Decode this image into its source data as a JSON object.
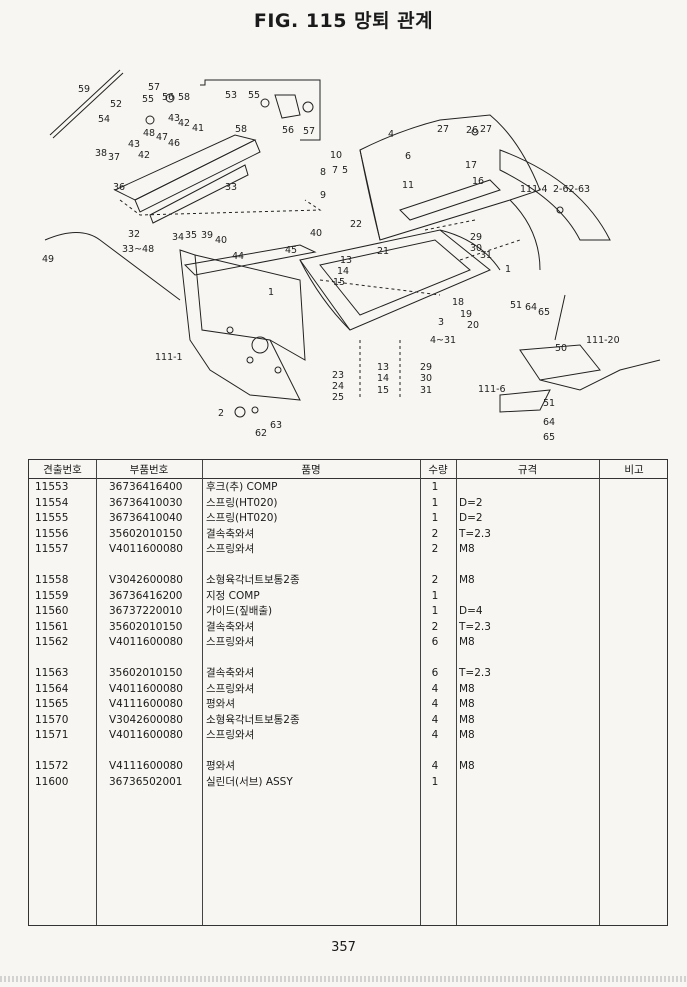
{
  "title": "FIG. 115 망퇴 관계",
  "diagram_labels": [
    "59",
    "57",
    "55",
    "56",
    "58",
    "52",
    "54",
    "53",
    "55",
    "58",
    "56",
    "57",
    "48",
    "47",
    "43",
    "42",
    "41",
    "46",
    "42",
    "43",
    "38",
    "37",
    "36",
    "33",
    "32",
    "33~48",
    "49",
    "34",
    "35",
    "39",
    "40",
    "45",
    "44",
    "40",
    "4",
    "27",
    "26",
    "27",
    "6",
    "10",
    "8",
    "7",
    "5",
    "9",
    "11",
    "17",
    "16",
    "111-4",
    "2-62-63",
    "22",
    "21",
    "29",
    "30",
    "31",
    "1",
    "13",
    "14",
    "15",
    "1",
    "18",
    "19",
    "20",
    "51",
    "64",
    "65",
    "3",
    "4~31",
    "111-20",
    "50",
    "111-1",
    "23",
    "24",
    "25",
    "13",
    "14",
    "15",
    "29",
    "30",
    "31",
    "111-6",
    "51",
    "64",
    "65",
    "2",
    "62",
    "63"
  ],
  "table": {
    "headers": {
      "no": "견출번호",
      "part_number": "부품번호",
      "name": "품명",
      "qty": "수량",
      "spec": "규격",
      "remark": "비고"
    },
    "rows": [
      {
        "no": "11553",
        "part_number": "36736416400",
        "name": "후크(추) COMP",
        "qty": "1",
        "spec": ""
      },
      {
        "no": "11554",
        "part_number": "36736410030",
        "name": "스프링(HT020)",
        "qty": "1",
        "spec": "D=2"
      },
      {
        "no": "11555",
        "part_number": "36736410040",
        "name": "스프링(HT020)",
        "qty": "1",
        "spec": "D=2"
      },
      {
        "no": "11556",
        "part_number": "35602010150",
        "name": "결속축와셔",
        "qty": "2",
        "spec": "T=2.3"
      },
      {
        "no": "11557",
        "part_number": "V4011600080",
        "name": "스프링와셔",
        "qty": "2",
        "spec": "M8"
      },
      {
        "no": "11558",
        "part_number": "V3042600080",
        "name": "소형육각너트보통2종",
        "qty": "2",
        "spec": "M8"
      },
      {
        "no": "11559",
        "part_number": "36736416200",
        "name": "지정 COMP",
        "qty": "1",
        "spec": ""
      },
      {
        "no": "11560",
        "part_number": "36737220010",
        "name": "가이드(짚배출)",
        "qty": "1",
        "spec": "D=4"
      },
      {
        "no": "11561",
        "part_number": "35602010150",
        "name": "결속축와셔",
        "qty": "2",
        "spec": "T=2.3"
      },
      {
        "no": "11562",
        "part_number": "V4011600080",
        "name": "스프링와셔",
        "qty": "6",
        "spec": "M8"
      },
      {
        "no": "11563",
        "part_number": "35602010150",
        "name": "결속축와셔",
        "qty": "6",
        "spec": "T=2.3"
      },
      {
        "no": "11564",
        "part_number": "V4011600080",
        "name": "스프링와셔",
        "qty": "4",
        "spec": "M8"
      },
      {
        "no": "11565",
        "part_number": "V4111600080",
        "name": "평와셔",
        "qty": "4",
        "spec": "M8"
      },
      {
        "no": "11570",
        "part_number": "V3042600080",
        "name": "소형육각너트보통2종",
        "qty": "4",
        "spec": "M8"
      },
      {
        "no": "11571",
        "part_number": "V4011600080",
        "name": "스프링와셔",
        "qty": "4",
        "spec": "M8"
      },
      {
        "no": "11572",
        "part_number": "V4111600080",
        "name": "평와셔",
        "qty": "4",
        "spec": "M8"
      },
      {
        "no": "11600",
        "part_number": "36736502001",
        "name": "실린더(서브) ASSY",
        "qty": "1",
        "spec": ""
      }
    ]
  },
  "page_number": "357"
}
